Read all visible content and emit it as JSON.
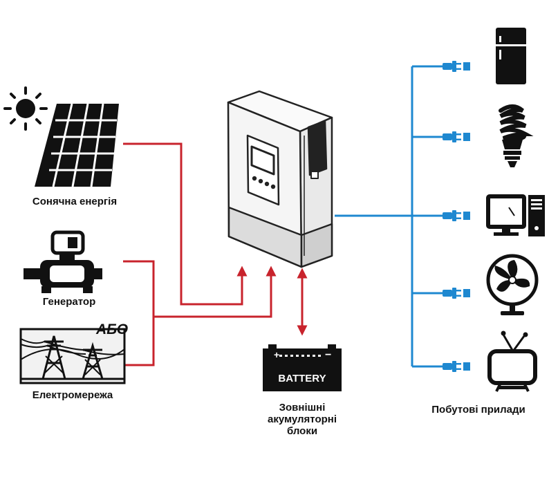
{
  "labels": {
    "solar": "Сонячна енергія",
    "generator": "Генератор",
    "or_text": "АБО",
    "grid": "Електромережа",
    "battery_box_text": "BATTERY",
    "battery_line1": "Зовнішні",
    "battery_line2": "акумуляторні",
    "battery_line3": "блоки",
    "appliances": "Побутові прилади"
  },
  "colors": {
    "red_line": "#c8232c",
    "blue_line": "#1e88d0",
    "icon_dark": "#111111",
    "inverter_body": "#f4f4f4",
    "inverter_outline": "#222222"
  },
  "icons": {
    "sun": "sun-icon",
    "solar_panel": "solar-panel-icon",
    "generator": "generator-icon",
    "power_lines": "power-line-tower-icon",
    "inverter": "inverter-device",
    "battery": "battery-icon",
    "fridge": "fridge-icon",
    "bulb": "light-bulb-icon",
    "computer": "computer-icon",
    "fan": "fan-icon",
    "tv": "tv-icon",
    "plug": "plug-icon"
  }
}
